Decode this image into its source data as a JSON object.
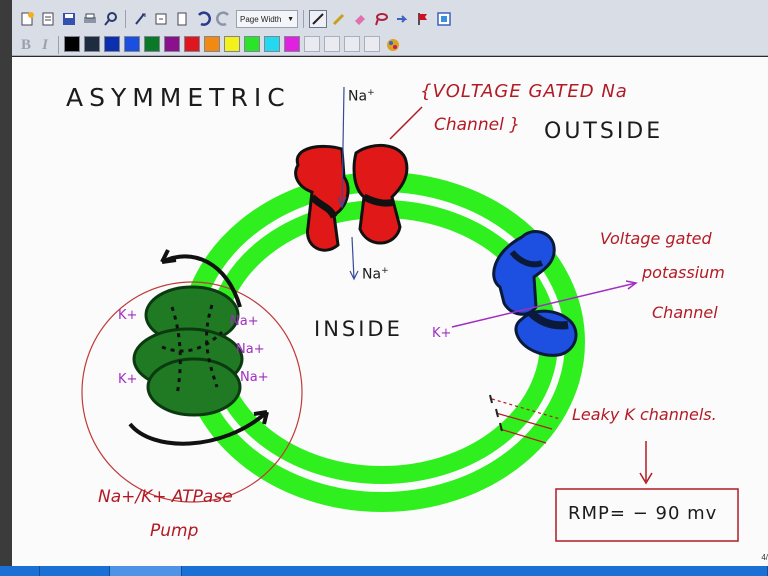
{
  "toolbar": {
    "row1_icons": [
      "new-page-icon",
      "open-icon",
      "save-icon",
      "print-icon",
      "find-icon",
      "select-icon",
      "insert-space-icon",
      "page-icon",
      "undo-icon",
      "redo-icon"
    ],
    "zoom_select": {
      "value": "Page Width"
    },
    "row1_tools": [
      "pen-icon",
      "highlighter-icon",
      "eraser-icon",
      "lasso-icon",
      "hand-icon",
      "flag-icon",
      "insert-image-icon"
    ],
    "format_bold": "B",
    "format_italic": "I",
    "palette": [
      "#000000",
      "#1f2b3e",
      "#0b2fae",
      "#1a4fe0",
      "#0a7a28",
      "#8b108b",
      "#e0161e",
      "#f08a12",
      "#f4f01c",
      "#29e428",
      "#24d8ef",
      "#e021e0"
    ],
    "palette_empty_count": 4
  },
  "whiteboard": {
    "title": "ASYMMETRIC",
    "outside_label": "OUTSIDE",
    "inside_label": "INSIDE",
    "na_channel_label_1": "{VOLTAGE GATED Na",
    "na_channel_label_2": "Channel }",
    "na_top": "Na",
    "na_bottom": "Na",
    "k_channel_label_1": "Voltage gated",
    "k_channel_label_2": "potassium",
    "k_channel_label_3": "Channel",
    "leaky_label": "Leaky K channels.",
    "rmp_label": "RMP= − 90 mv",
    "pump_label_1": "Na+/K+ ATPase",
    "pump_label_2": "Pump",
    "pump_na": [
      "Na+",
      "Na+",
      "Na+"
    ],
    "pump_k": [
      "K+",
      "K+"
    ],
    "k_inside": "K+",
    "plus": "+"
  },
  "status": {
    "page_number": "4/"
  }
}
